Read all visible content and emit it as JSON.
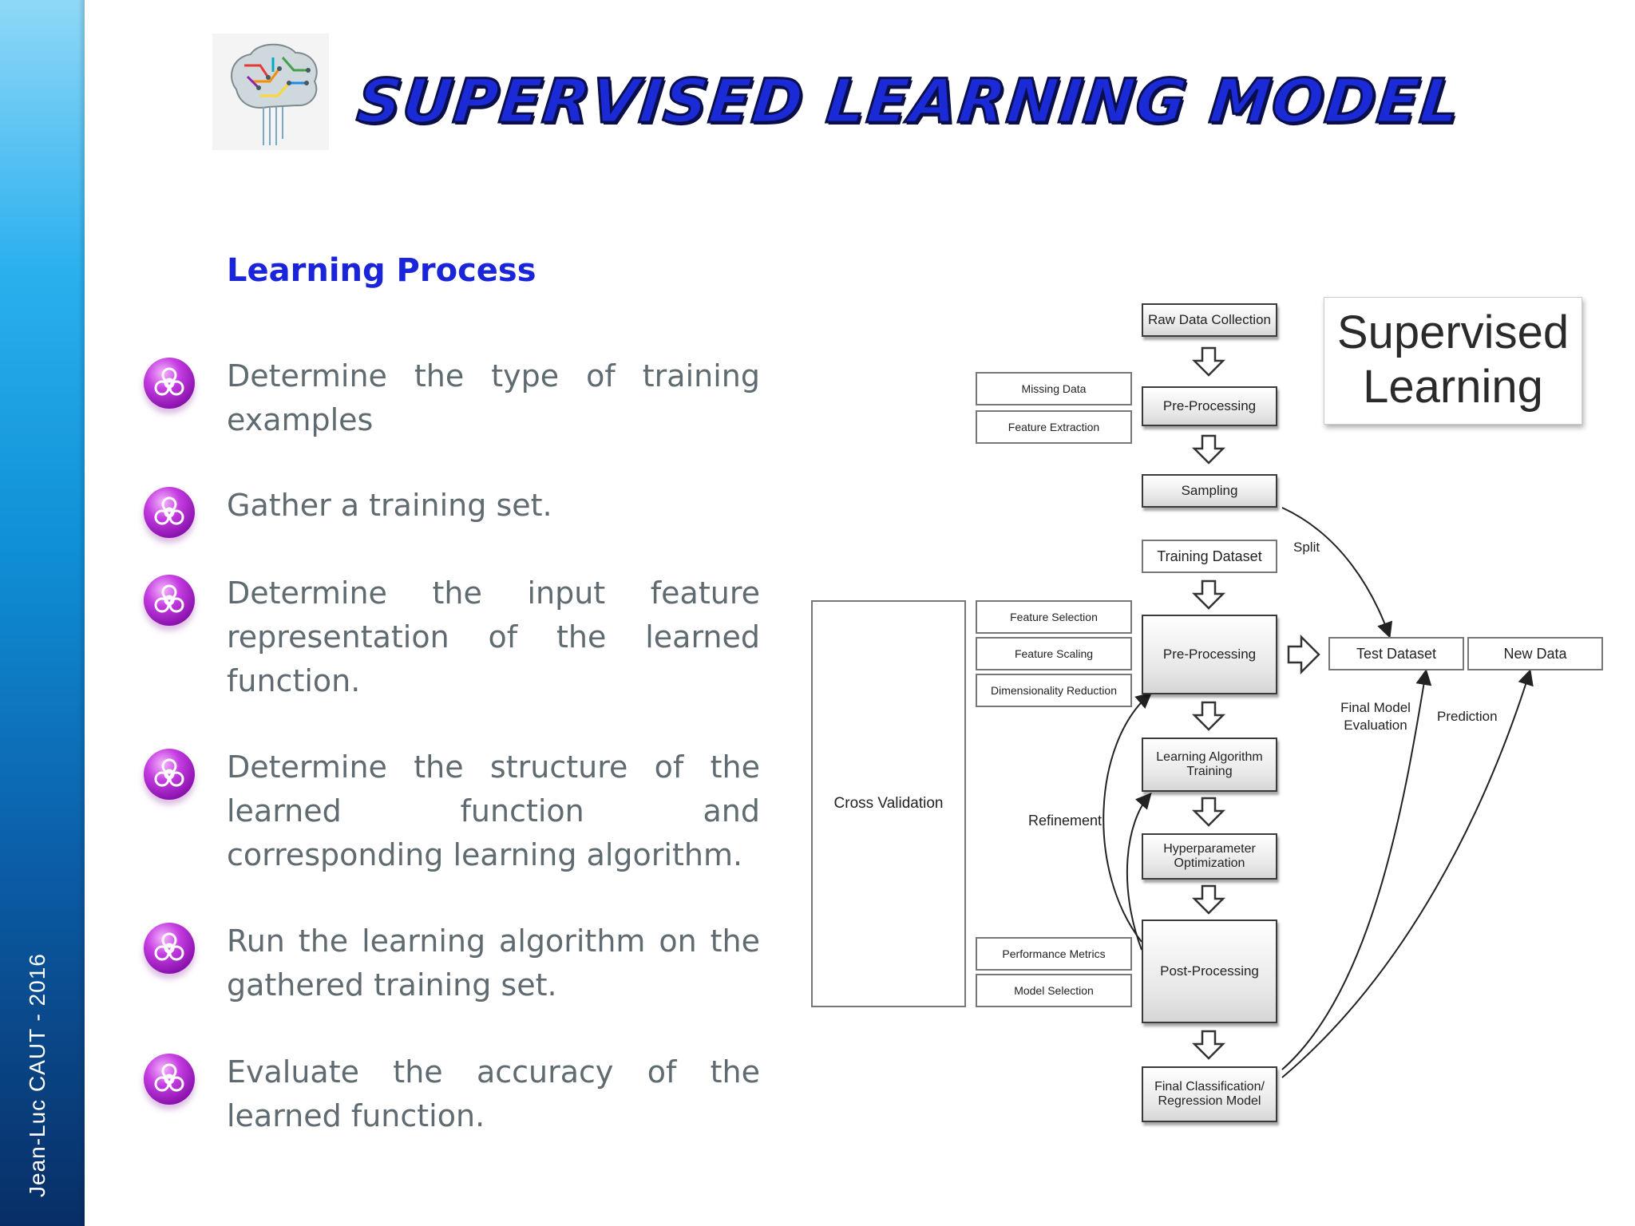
{
  "slide": {
    "title": "SUPERVISED LEARNING MODEL",
    "author": "Jean-Luc CAUT - 2016"
  },
  "content": {
    "heading": "Learning Process",
    "bullets": [
      "Determine the type of training examples",
      "Gather a training set.",
      "Determine the input feature representation of the learned function.",
      "Determine the structure of the learned function and corresponding learning algorithm.",
      "Run the learning algorithm on the gathered training set.",
      "Evaluate the accuracy of the learned function."
    ]
  },
  "diagram": {
    "badge": [
      "Supervised",
      "Learning"
    ],
    "main_steps": {
      "raw_data_collection": "Raw Data Collection",
      "pre_processing_1": "Pre-Processing",
      "sampling": "Sampling",
      "training_dataset": "Training Dataset",
      "pre_processing_2": "Pre-Processing",
      "learning_algorithm_training": [
        "Learning Algorithm",
        "Training"
      ],
      "hyperparameter_optimization": [
        "Hyperparameter",
        "Optimization"
      ],
      "post_processing": "Post-Processing",
      "final_model": [
        "Final Classification/",
        "Regression Model"
      ]
    },
    "side_steps": {
      "missing_data": "Missing Data",
      "feature_extraction": "Feature Extraction",
      "feature_selection": "Feature Selection",
      "feature_scaling": "Feature Scaling",
      "dimensionality_reduction": "Dimensionality Reduction",
      "performance_metrics": "Performance Metrics",
      "model_selection": "Model Selection",
      "cross_validation": "Cross Validation"
    },
    "outputs": {
      "test_dataset": "Test Dataset",
      "new_data": "New Data"
    },
    "edge_labels": {
      "split": "Split",
      "refinement": "Refinement",
      "final_model_evaluation": [
        "Final Model",
        "Evaluation"
      ],
      "prediction": "Prediction"
    }
  },
  "colors": {
    "title": "#1a2ad6",
    "heading": "#1a24d8",
    "body_text": "#5f6b70",
    "bullet": "#b02ad0"
  }
}
